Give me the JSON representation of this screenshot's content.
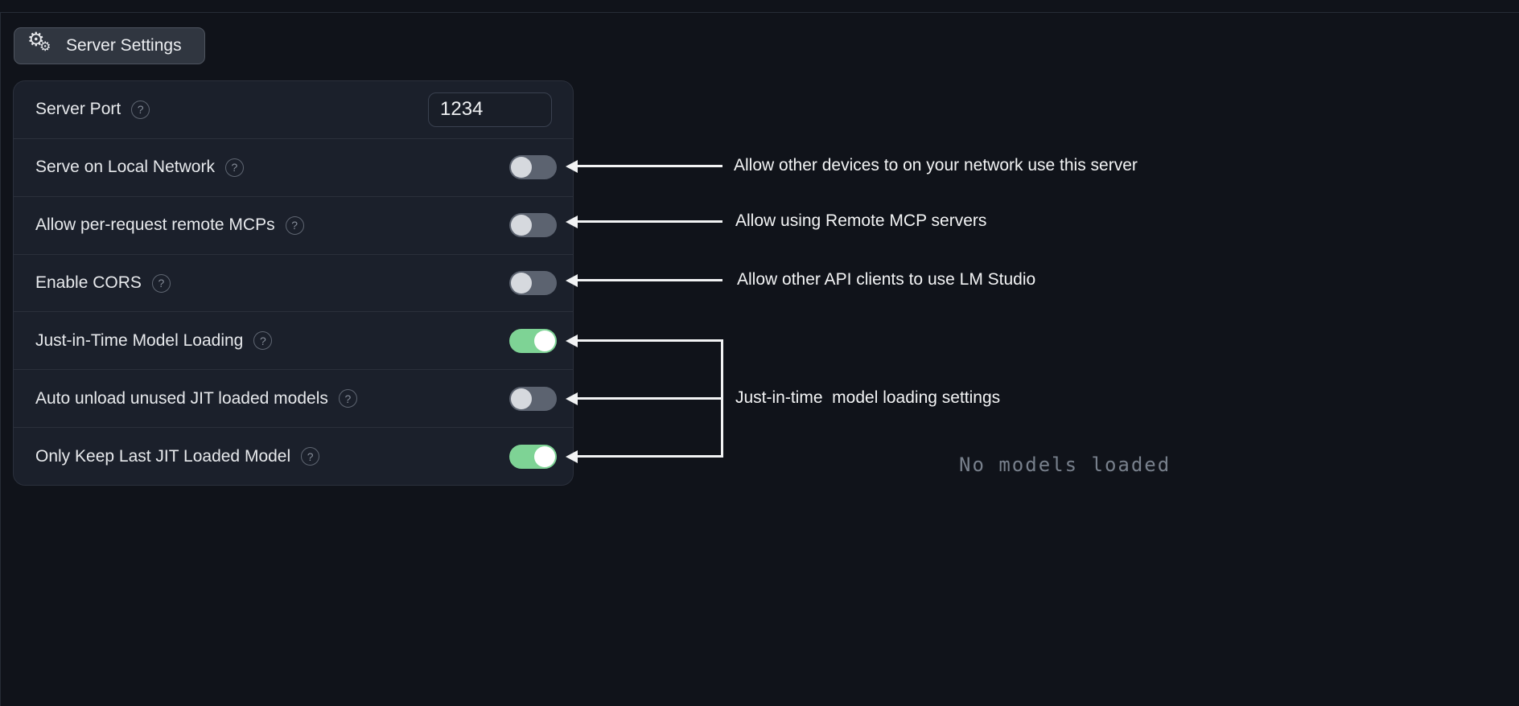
{
  "header": {
    "server_settings_button": "Server Settings",
    "gear_glyph": "⚙"
  },
  "settings_panel": {
    "help_glyph": "?",
    "rows": [
      {
        "label": "Server Port",
        "control": "input",
        "value": "1234"
      },
      {
        "label": "Serve on Local Network",
        "control": "toggle",
        "state": "off"
      },
      {
        "label": "Allow per-request remote MCPs",
        "control": "toggle",
        "state": "off"
      },
      {
        "label": "Enable CORS",
        "control": "toggle",
        "state": "off"
      },
      {
        "label": "Just-in-Time Model Loading",
        "control": "toggle",
        "state": "on"
      },
      {
        "label": "Auto unload unused JIT loaded models",
        "control": "toggle",
        "state": "off"
      },
      {
        "label": "Only Keep Last JIT Loaded Model",
        "control": "toggle",
        "state": "on"
      }
    ]
  },
  "annotations": {
    "serve_local_network": "Allow other devices to on your network use this server",
    "remote_mcps": "Allow using Remote MCP servers",
    "cors": "Allow other API clients to use LM Studio",
    "jit_group": "Just-in-time  model loading settings"
  },
  "status": {
    "no_models": "No models loaded"
  },
  "colors": {
    "page_background": "#10131a",
    "panel_background": "#1b202b",
    "toggle_on": "#7ed395",
    "toggle_off_track": "#5c6370",
    "arrow": "#f2f3f4",
    "muted_text": "#78808c"
  }
}
